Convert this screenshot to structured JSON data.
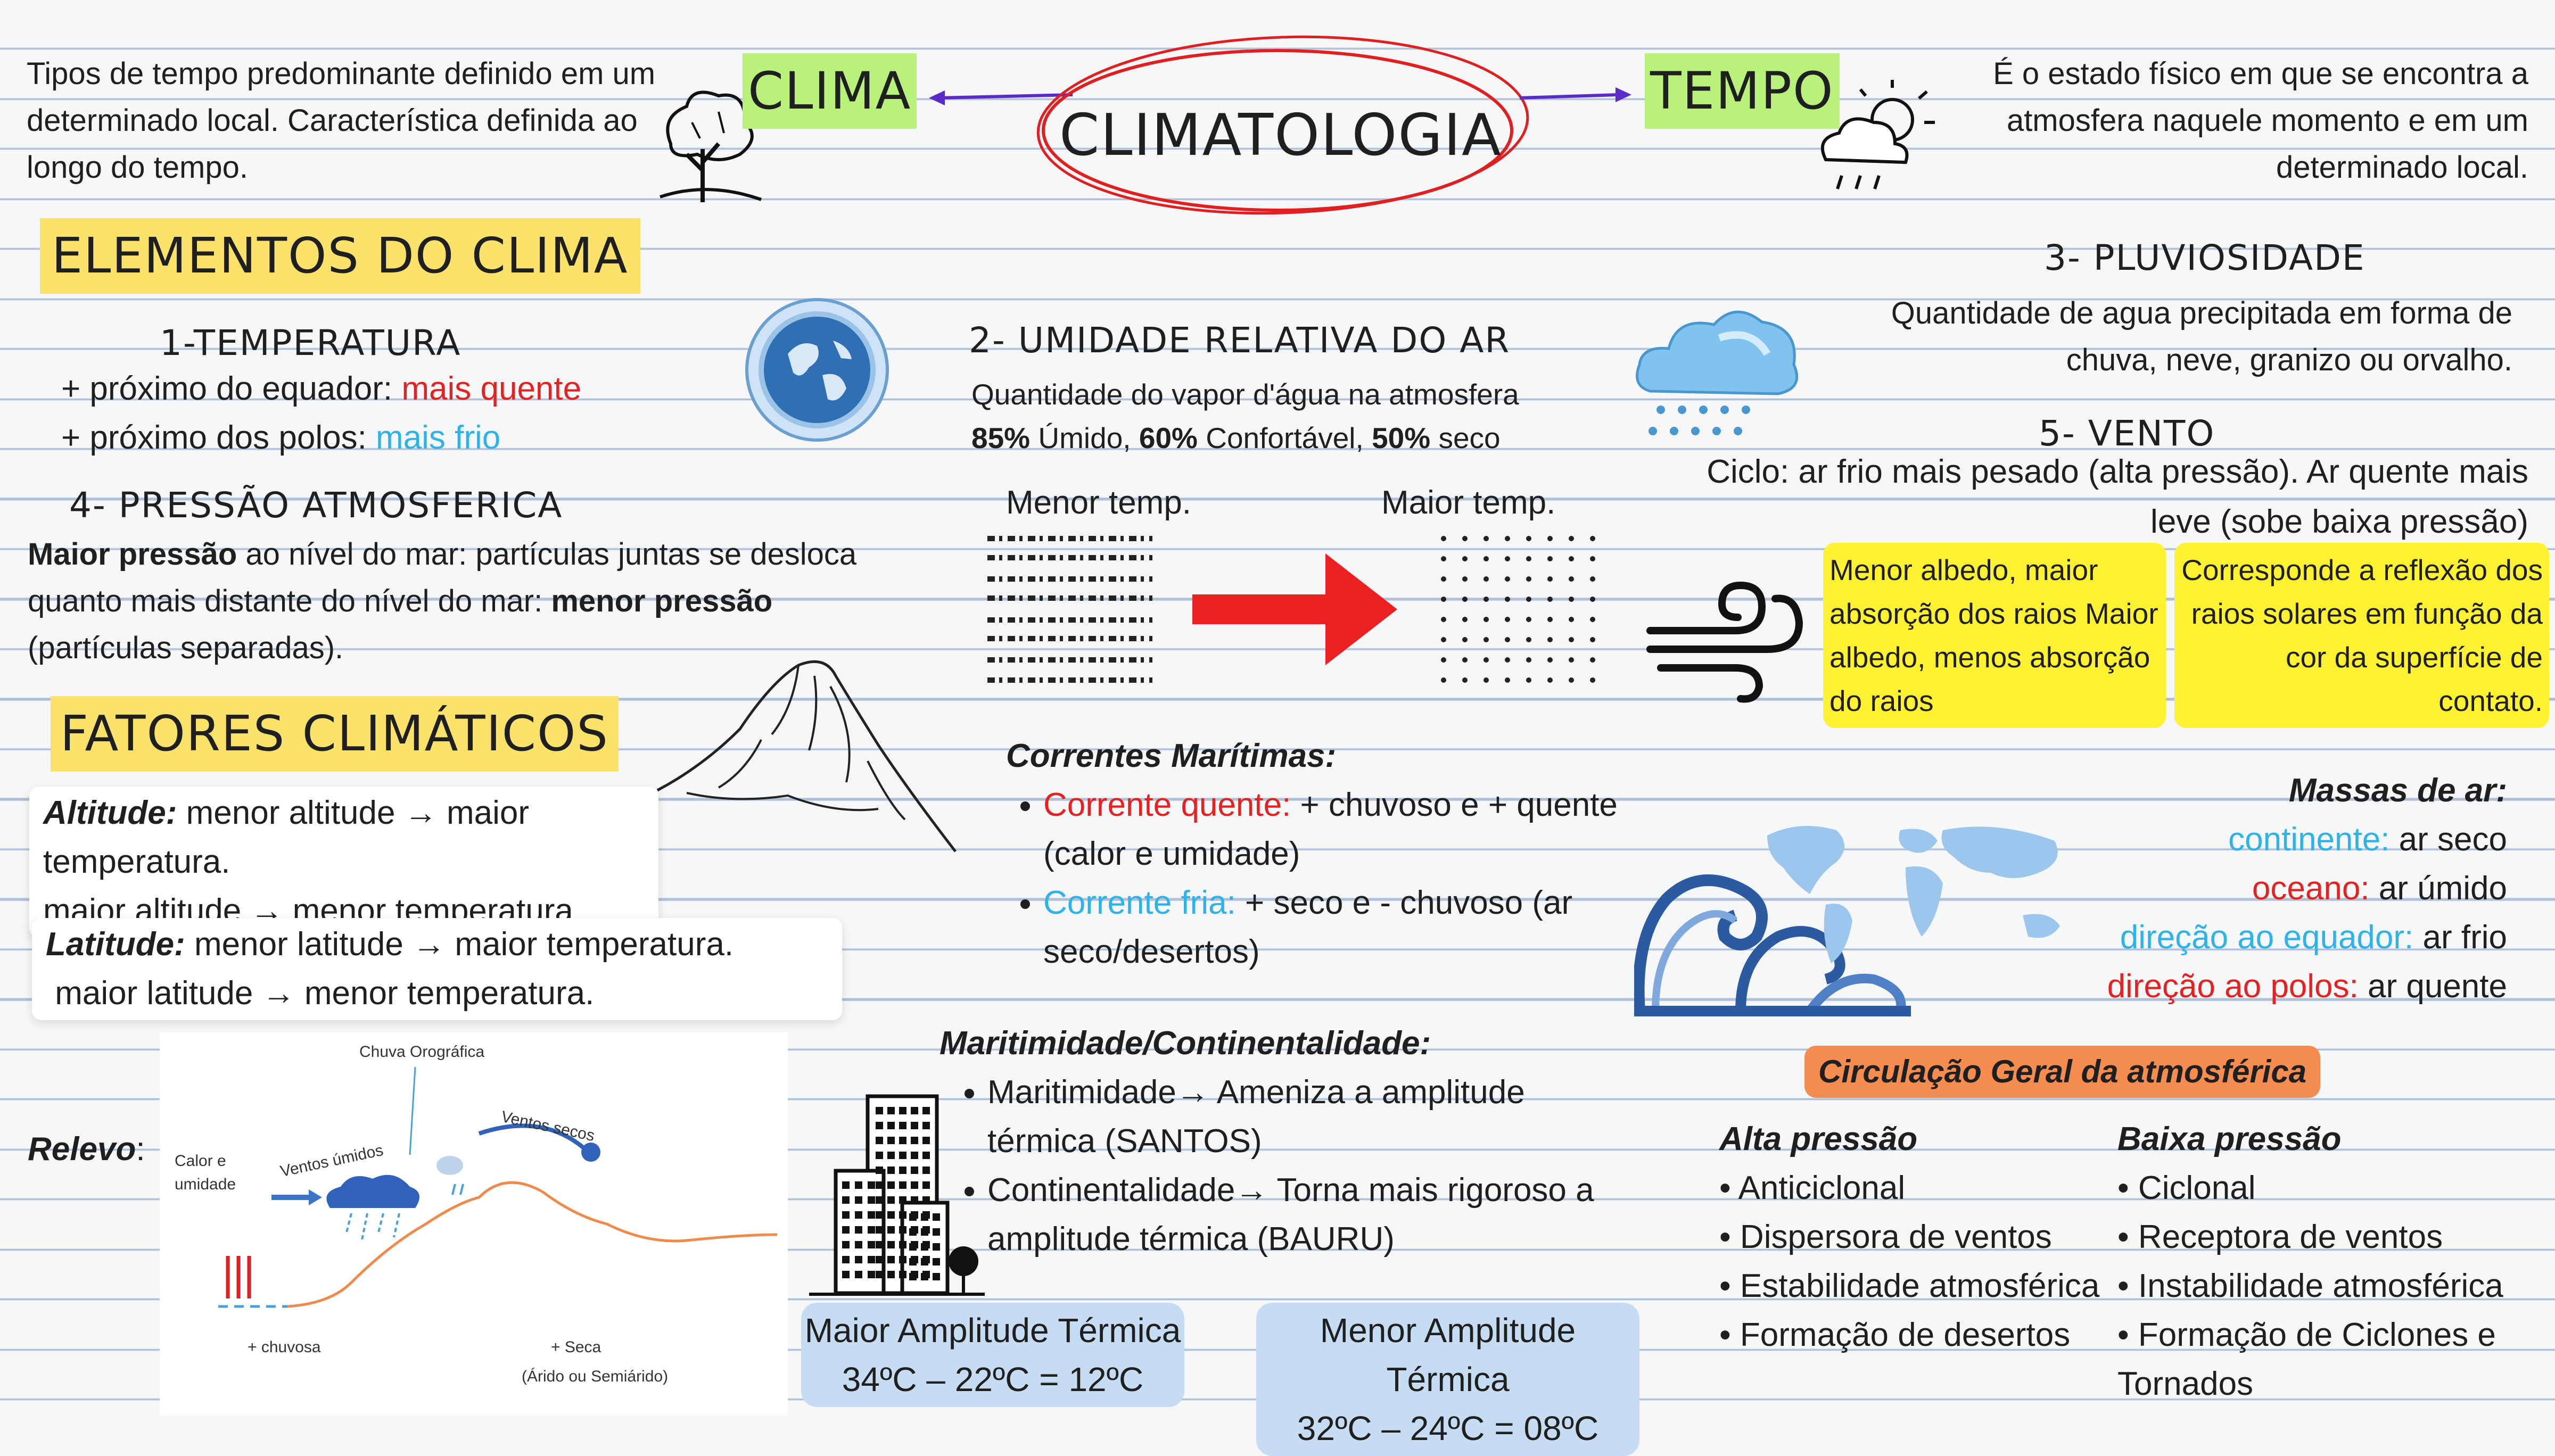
{
  "header": {
    "center_title": "CLIMATOLOGIA",
    "clima_label": "CLIMA",
    "tempo_label": "TEMPO",
    "clima_desc": "Tipos de tempo predominante definido em um determinado local. Característica definida ao longo do tempo.",
    "tempo_desc": "É o estado físico em que se encontra a atmosfera naquele momento e em um determinado local."
  },
  "elementos": {
    "title": "ELEMENTOS DO CLIMA",
    "temperatura": {
      "title": "1-TEMPERATURA",
      "line1_prefix": "+ próximo do equador: ",
      "line1_value": "mais quente",
      "line2_prefix": "+ próximo dos polos: ",
      "line2_value": "mais frio"
    },
    "umidade": {
      "title": "2- UMIDADE RELATIVA DO AR",
      "line1": "Quantidade do vapor d'água na atmosfera",
      "v1": "85%",
      "t1": " Úmido, ",
      "v2": "60%",
      "t2": " Confortável, ",
      "v3": "50%",
      "t3": " seco"
    },
    "pluviosidade": {
      "title": "3- PLUVIOSIDADE",
      "text": "Quantidade de agua precipitada em forma de chuva, neve, granizo ou orvalho."
    },
    "pressao": {
      "title": "4- PRESSÃO ATMOSFERICA",
      "bold1": "Maior pressão",
      "text1": " ao nível do mar: partículas juntas se desloca quanto mais distante do nível do mar: ",
      "bold2": "menor pressão",
      "text2": " (partículas separadas)."
    },
    "vento": {
      "title": "5- VENTO",
      "text": "Ciclo: ar frio mais pesado (alta pressão). Ar quente mais leve (sobe baixa pressão)"
    },
    "temp_compare": {
      "low": "Menor temp.",
      "high": "Maior temp."
    },
    "albedo": {
      "box1": "Menor albedo, maior absorção dos raios Maior albedo, menos absorção do raios",
      "box2": "Corresponde a reflexão dos raios solares em função da cor da superfície de contato."
    }
  },
  "fatores": {
    "title": "FATORES CLIMÁTICOS",
    "altitude": {
      "label": "Altitude:",
      "line1": " menor altitude → maior temperatura.",
      "line2": "maior altitude → menor temperatura."
    },
    "latitude": {
      "label": "Latitude:",
      "line1": " menor latitude → maior temperatura.",
      "line2": "maior latitude → menor temperatura."
    },
    "relevo": {
      "label": "Relevo",
      "colon": ":",
      "diagram": {
        "chuva_orografica": "Chuva Orográfica",
        "calor_umidade": "Calor e umidade",
        "ventos_umidos": "Ventos úmidos",
        "ventos_secos": "Ventos secos",
        "mais_chuvosa": "+ chuvosa",
        "mais_seca": "+ Seca",
        "arido": "(Árido ou Semiárido)"
      }
    },
    "correntes": {
      "title": "Correntes Marítimas:",
      "item1_colored": "Corrente quente:",
      "item1_rest": " + chuvoso e + quente (calor e umidade)",
      "item2_colored": "Corrente fria:",
      "item2_rest": " + seco e - chuvoso (ar seco/desertos)"
    },
    "maritimidade": {
      "title": "Maritimidade/Continentalidade:",
      "item1": "Maritimidade→ Ameniza a amplitude térmica  (SANTOS)",
      "item2": "Continentalidade→ Torna mais rigoroso a amplitude térmica (BAURU)"
    },
    "amplitude": {
      "maior_title": "Maior Amplitude Térmica",
      "maior_value": "34ºC – 22ºC = 12ºC",
      "menor_title": "Menor Amplitude Térmica",
      "menor_value": "32ºC – 24ºC = 08ºC"
    },
    "massas": {
      "title": "Massas de ar:",
      "r1_colored": "continente:",
      "r1_rest": " ar seco",
      "r2_colored": "oceano:",
      "r2_rest": " ar úmido",
      "r3_colored": "direção ao equador:",
      "r3_rest": " ar frio",
      "r4_colored": "direção ao polos:",
      "r4_rest": " ar quente"
    }
  },
  "circulacao": {
    "title": "Circulação Geral da atmosférica",
    "alta": {
      "title": "Alta pressão",
      "items": [
        "• Anticiclonal",
        "• Dispersora de ventos",
        "• Estabilidade atmosférica",
        "• Formação de desertos"
      ]
    },
    "baixa": {
      "title": "Baixa pressão",
      "items": [
        "• Ciclonal",
        "• Receptora de ventos",
        "• Instabilidade atmosférica",
        "• Formação de Ciclones e Tornados"
      ]
    }
  },
  "colors": {
    "green_highlight": "#b8f27a",
    "yellow_highlight": "#fbe26a",
    "bright_yellow": "#fff233",
    "red_text": "#e52222",
    "cyan_text": "#2fb2e8",
    "orange_badge": "#f58d50",
    "amplitude_box": "#c5dcf3"
  },
  "icons": [
    "tree-icon",
    "cloud-sun-rain-icon",
    "globe-icon",
    "rain-cloud-icon",
    "wind-icon",
    "mountain-icon",
    "buildings-icon",
    "ocean-wave-icon",
    "world-map-icon",
    "arrow-right-icon"
  ]
}
